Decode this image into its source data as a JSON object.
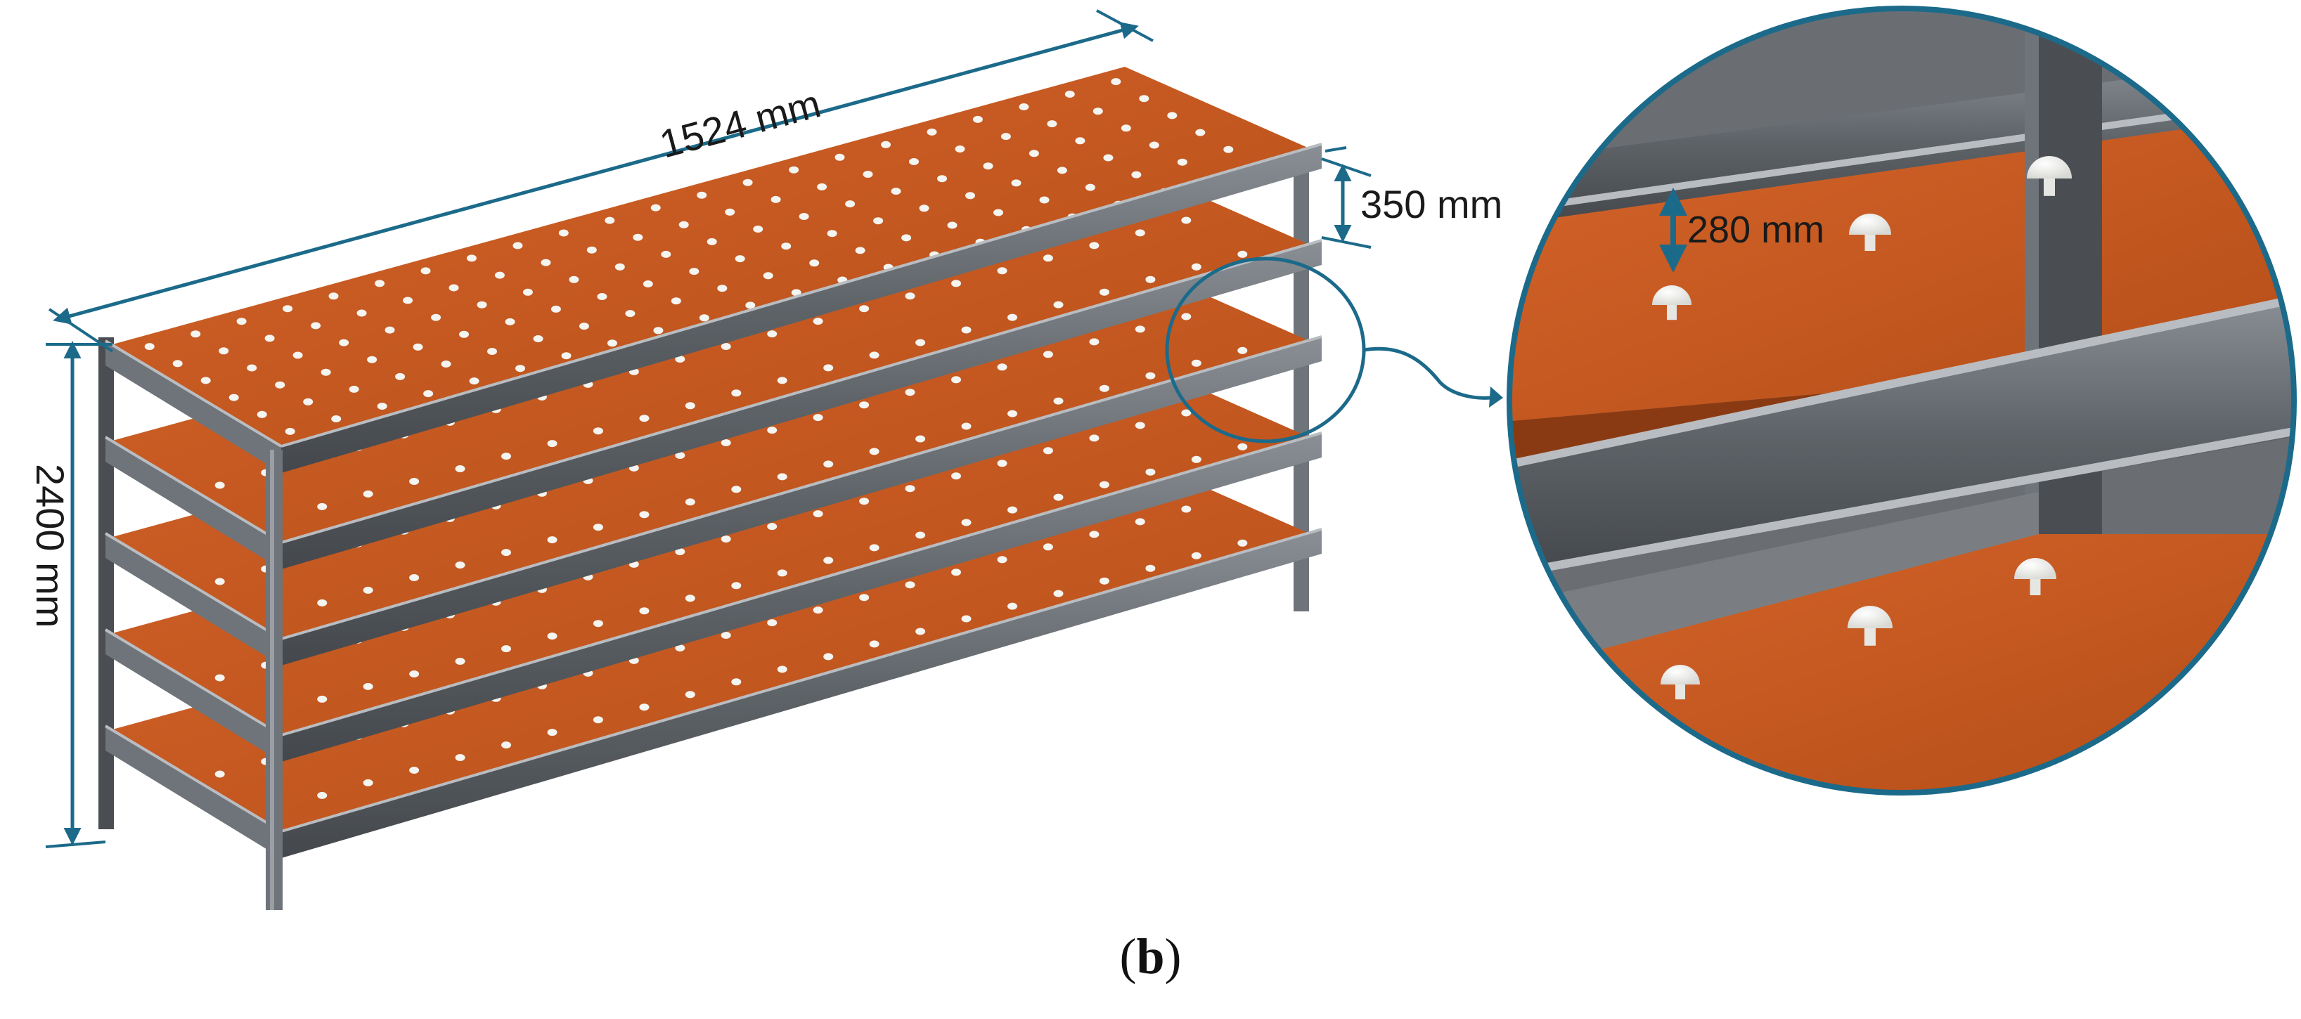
{
  "figure": {
    "caption_open": "(",
    "caption_letter": "b",
    "caption_close": ")",
    "dimensions": {
      "length": "1524 mm",
      "height": "2400 mm",
      "shelf_spacing": "350 mm",
      "clearance": "280 mm"
    },
    "shelf_count": 5,
    "colors": {
      "shelf_top": "#c8581e",
      "shelf_side": "#8a3a12",
      "frame": "#6f747a",
      "frame_dark": "#4a4e53",
      "frame_light": "#b9bdc1",
      "dimension": "#1c6a8a",
      "mushroom": "#f4f4f0"
    },
    "icons": {
      "mushroom": "mushroom-icon",
      "magnifier": "zoom-circle"
    }
  }
}
